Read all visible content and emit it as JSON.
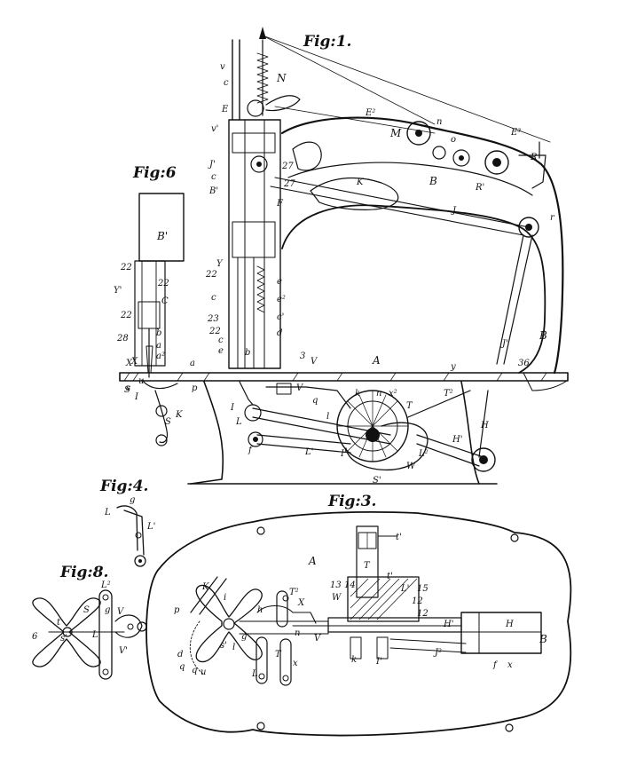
{
  "figures": {
    "fig1": {
      "title": "Fig:1.",
      "labels": [
        "v",
        "c",
        "N",
        "E",
        "v'",
        "E²",
        "M",
        "n",
        "o",
        "E³",
        "R",
        "J'",
        "B",
        "K",
        "c",
        "27",
        "B'",
        "27",
        "F",
        "J",
        "r",
        "R'",
        "Y",
        "22",
        "c",
        "23",
        "22",
        "c",
        "e",
        "e²",
        "c'",
        "d",
        "e",
        "3",
        "B",
        "J'",
        "36",
        "y",
        "A",
        "X",
        "s",
        "V",
        "V",
        "T²",
        "k",
        "n",
        "x²",
        "T",
        "q",
        "l",
        "S",
        "K",
        "I",
        "L",
        "H",
        "H'",
        "L²",
        "I'",
        "L'",
        "W",
        "S'",
        "b",
        "a",
        "p",
        "f"
      ]
    },
    "fig6": {
      "title": "Fig:6",
      "labels": [
        "B'",
        "22",
        "Y'",
        "22",
        "C",
        "22",
        "b",
        "a",
        "28",
        "X",
        "a²",
        "I",
        "S",
        "u"
      ]
    },
    "fig4": {
      "title": "Fig:4.",
      "labels": [
        "L",
        "g",
        "L'"
      ]
    },
    "fig3": {
      "title": "Fig:3.",
      "labels": [
        "A",
        "t'",
        "T",
        "t'",
        "L'",
        "15",
        "12",
        "13",
        "14",
        "W",
        "12",
        "H'",
        "H",
        "B",
        "T²",
        "X",
        "p",
        "K",
        "h",
        "i",
        "k",
        "n",
        "L",
        "x",
        "V",
        "T",
        "I'",
        "J²",
        "f",
        "x",
        "d",
        "q",
        "q",
        "u",
        "l",
        "g",
        "s'"
      ]
    },
    "fig8": {
      "title": "Fig:8.",
      "labels": [
        "L²",
        "S",
        "g",
        "V",
        "t",
        "L",
        "s'",
        "6",
        "V'"
      ]
    }
  },
  "colors": {
    "ink": "#111111",
    "paper": "#ffffff"
  }
}
